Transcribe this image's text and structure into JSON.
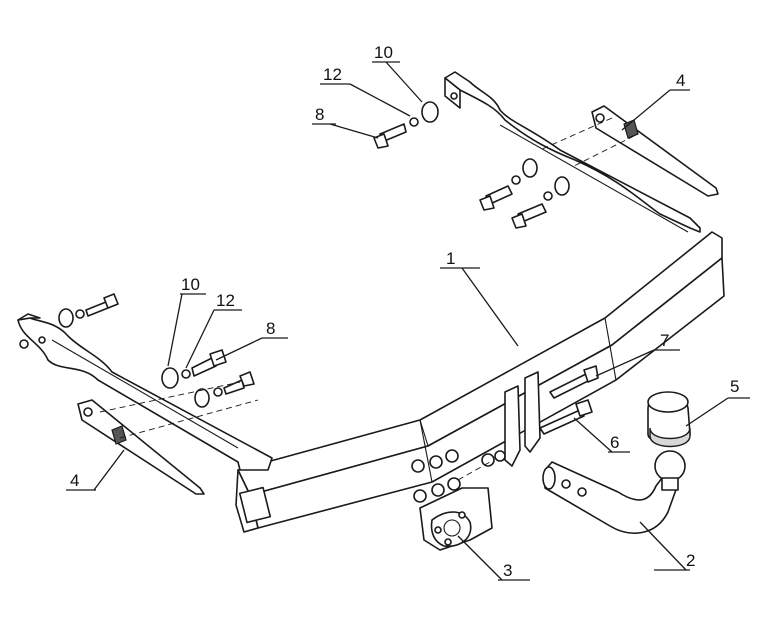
{
  "diagram": {
    "callouts": [
      {
        "id": "c1",
        "label": "1"
      },
      {
        "id": "c2",
        "label": "2"
      },
      {
        "id": "c3",
        "label": "3"
      },
      {
        "id": "c4a",
        "label": "4"
      },
      {
        "id": "c4b",
        "label": "4"
      },
      {
        "id": "c5",
        "label": "5"
      },
      {
        "id": "c6",
        "label": "6"
      },
      {
        "id": "c7",
        "label": "7"
      },
      {
        "id": "c8a",
        "label": "8"
      },
      {
        "id": "c8b",
        "label": "8"
      },
      {
        "id": "c10a",
        "label": "10"
      },
      {
        "id": "c10b",
        "label": "10"
      },
      {
        "id": "c12a",
        "label": "12"
      },
      {
        "id": "c12b",
        "label": "12"
      }
    ]
  }
}
